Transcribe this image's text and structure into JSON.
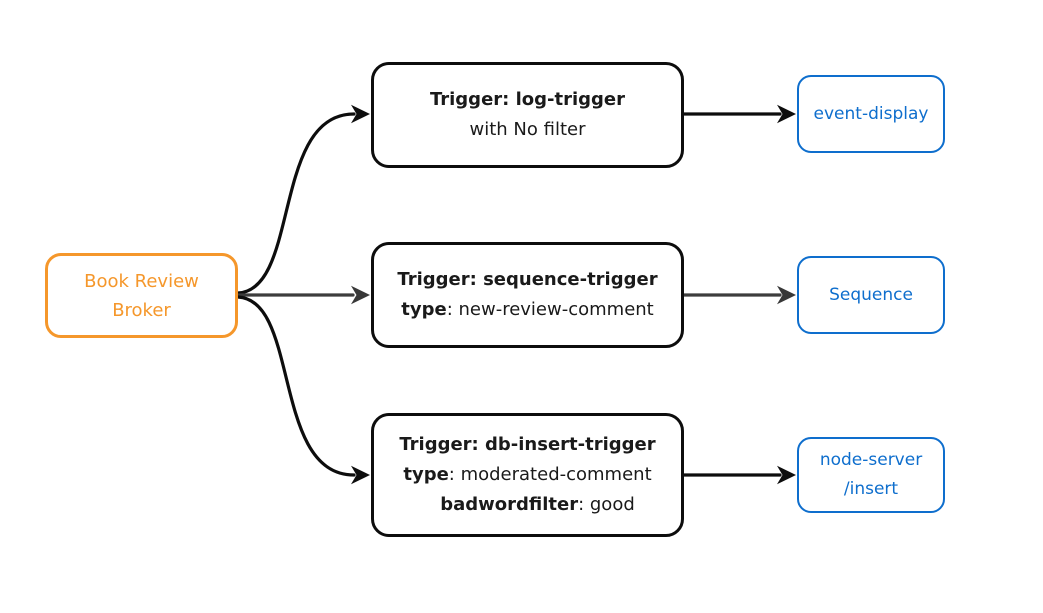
{
  "diagram": {
    "broker": {
      "line1": "Book Review",
      "line2": "Broker"
    },
    "triggers": [
      {
        "lines": [
          {
            "bold": "Trigger: log-trigger",
            "rest": ""
          },
          {
            "bold": "",
            "rest": "with No filter"
          }
        ]
      },
      {
        "lines": [
          {
            "bold": "Trigger: sequence-trigger",
            "rest": ""
          },
          {
            "bold": "type",
            "rest": ": new-review-comment"
          }
        ]
      },
      {
        "lines": [
          {
            "bold": "Trigger: db-insert-trigger",
            "rest": ""
          },
          {
            "bold": "type",
            "rest": ": moderated-comment"
          },
          {
            "bold": "badwordfilter",
            "rest": ": good"
          }
        ]
      }
    ],
    "sinks": [
      {
        "line1": "event-display",
        "line2": ""
      },
      {
        "line1": "Sequence",
        "line2": ""
      },
      {
        "line1": "node-server",
        "line2": "/insert"
      }
    ],
    "colors": {
      "broker_accent": "#F5972B",
      "sink_accent": "#0E6ECD",
      "arrow_black": "#0d0d0d",
      "arrow_gray": "#3d3d3d"
    }
  }
}
